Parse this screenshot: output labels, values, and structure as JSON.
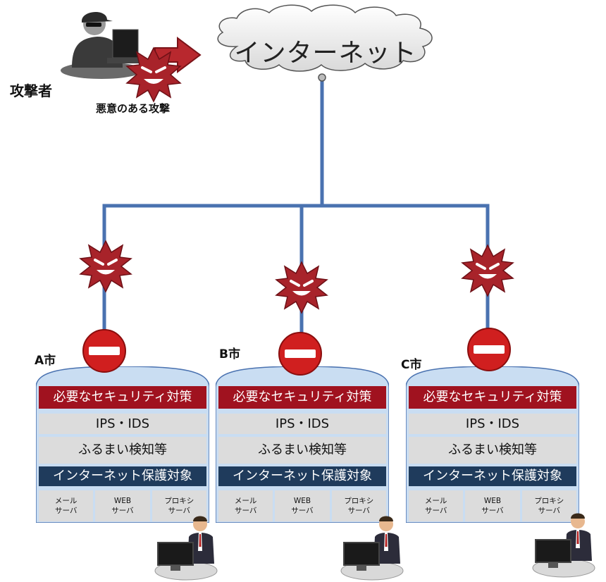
{
  "attacker": {
    "label": "攻撃者",
    "attack_label": "悪意のある攻撃"
  },
  "internet": {
    "label": "インターネット"
  },
  "cities": [
    {
      "label": "A市",
      "measures_title": "必要なセキュリティ対策",
      "measure_1": "IPS・IDS",
      "measure_2": "ふるまい検知等",
      "protected_title": "インターネット保護対象",
      "servers": [
        {
          "line1": "メール",
          "line2": "サーバ"
        },
        {
          "line1": "WEB",
          "line2": "サーバ"
        },
        {
          "line1": "プロキシ",
          "line2": "サーバ"
        }
      ]
    },
    {
      "label": "B市",
      "measures_title": "必要なセキュリティ対策",
      "measure_1": "IPS・IDS",
      "measure_2": "ふるまい検知等",
      "protected_title": "インターネット保護対象",
      "servers": [
        {
          "line1": "メール",
          "line2": "サーバ"
        },
        {
          "line1": "WEB",
          "line2": "サーバ"
        },
        {
          "line1": "プロキシ",
          "line2": "サーバ"
        }
      ]
    },
    {
      "label": "C市",
      "measures_title": "必要なセキュリティ対策",
      "measure_1": "IPS・IDS",
      "measure_2": "ふるまい検知等",
      "protected_title": "インターネット保護対象",
      "servers": [
        {
          "line1": "メール",
          "line2": "サーバ"
        },
        {
          "line1": "WEB",
          "line2": "サーバ"
        },
        {
          "line1": "プロキシ",
          "line2": "サーバ"
        }
      ]
    }
  ],
  "colors": {
    "line": "#4a72b0",
    "threat": "#a8232a",
    "stop_sign": "#d01f1f",
    "measures_bar": "#a0121f",
    "protected_bar": "#1f3b5c",
    "panel_fill": "#c9ddf2"
  }
}
